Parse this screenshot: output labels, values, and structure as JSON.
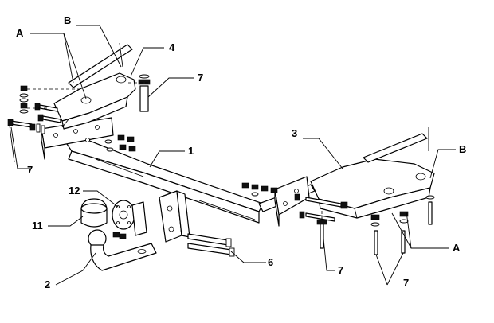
{
  "callouts": {
    "A_top": "A",
    "B_top": "B",
    "four": "4",
    "seven_top": "7",
    "seven_left": "7",
    "one": "1",
    "three": "3",
    "B_right": "B",
    "twelve": "12",
    "eleven": "11",
    "two": "2",
    "six": "6",
    "seven_center": "7",
    "A_right": "A",
    "seven_bottom": "7"
  }
}
